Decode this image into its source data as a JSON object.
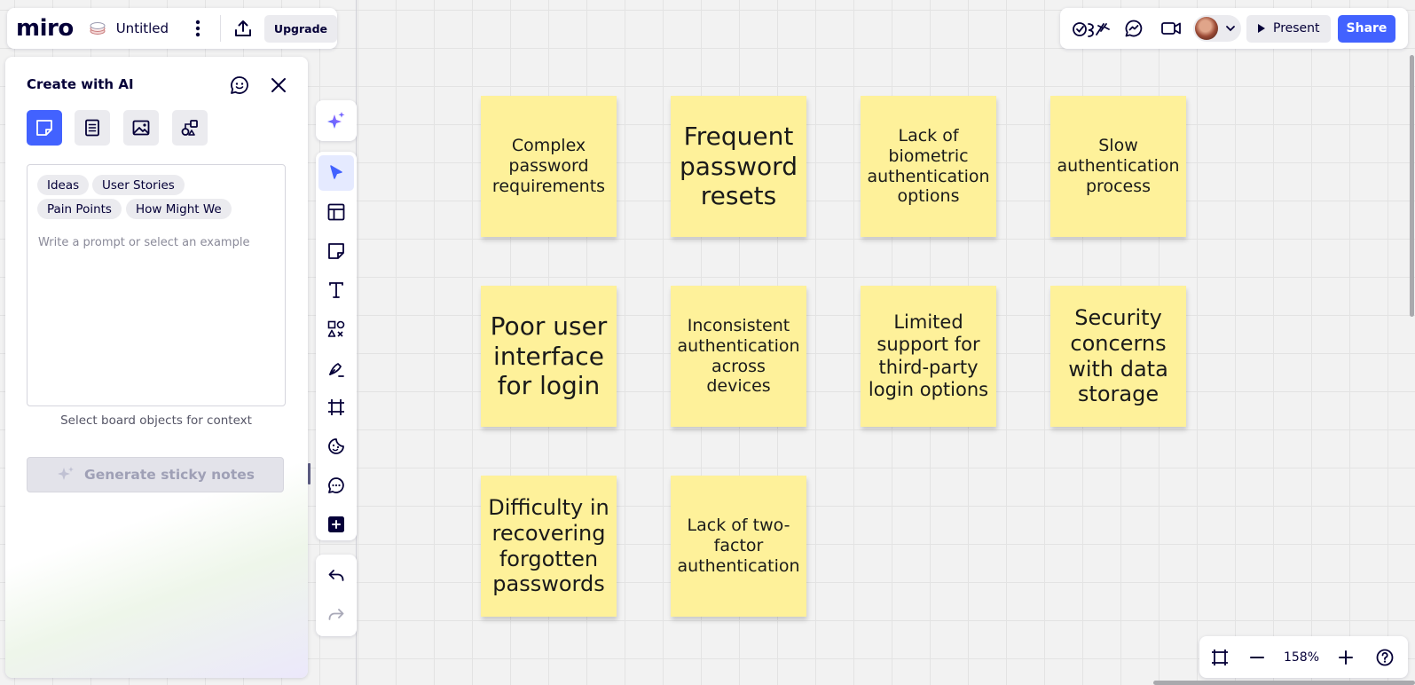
{
  "topbar": {
    "logo": "miro",
    "board_title": "Untitled",
    "upgrade_label": "Upgrade"
  },
  "topright": {
    "reactions_icon": "reactions-icon",
    "chat_icon": "chat-icon",
    "video_icon": "video-icon",
    "present_label": "Present",
    "share_label": "Share"
  },
  "ai_panel": {
    "title": "Create with AI",
    "modes": [
      "sticky-notes",
      "document",
      "image",
      "diagram"
    ],
    "active_mode": "sticky-notes",
    "chips": [
      "Ideas",
      "User Stories",
      "Pain Points",
      "How Might We"
    ],
    "prompt_placeholder": "Write a prompt or select an example",
    "prompt_value": "",
    "context_text": "Select board objects for context",
    "generate_label": "Generate sticky notes"
  },
  "toolbar": {
    "tools": [
      "ai-sparkle",
      "select",
      "templates",
      "sticky-note",
      "text",
      "shapes",
      "pen",
      "frame",
      "stickers",
      "comment",
      "more-apps"
    ],
    "active_tool": "select",
    "undo": "undo",
    "redo": "redo"
  },
  "sticky_notes": [
    {
      "text": "Complex password requirements"
    },
    {
      "text": "Frequent password resets"
    },
    {
      "text": "Lack of biometric authentication options"
    },
    {
      "text": "Slow authentication process"
    },
    {
      "text": "Poor user interface for login"
    },
    {
      "text": "Inconsistent authentication across devices"
    },
    {
      "text": "Limited support for third-party login options"
    },
    {
      "text": "Security concerns with data storage"
    },
    {
      "text": "Difficulty in recovering forgotten passwords"
    },
    {
      "text": "Lack of two-factor authentication"
    }
  ],
  "zoom": {
    "level": "158%"
  },
  "colors": {
    "accent": "#4262ff",
    "sticky": "#fef19a",
    "canvas": "#f2f2f2"
  }
}
